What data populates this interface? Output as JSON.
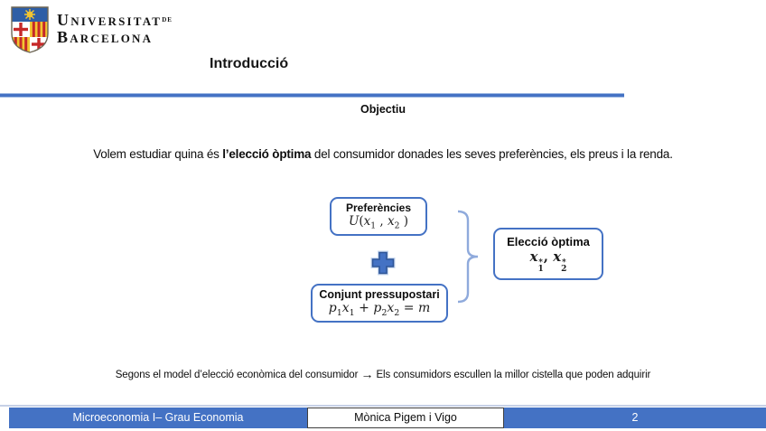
{
  "logo": {
    "name_line1": "Universitat",
    "name_de": "de",
    "name_line2": "Barcelona"
  },
  "header": {
    "title": "Introducció"
  },
  "objective": {
    "heading": "Objectiu"
  },
  "intro": {
    "pre": "Volem estudiar quina és ",
    "bold": "l’elecció òptima",
    "post": " del consumidor donades les seves preferències, els preus i la renda."
  },
  "diagram": {
    "preferences": {
      "title": "Preferències",
      "formula_html": "<i>U</i>(<i>x</i><sub>1</sub> , <i>x</i><sub>2</sub> )"
    },
    "budget": {
      "title": "Conjunt pressupostari",
      "formula_html": "<i>p</i><sub>1</sub><i>x</i><sub>1</sub> + <i>p</i><sub>2</sub><i>x</i><sub>2</sub> = <i>m</i>"
    },
    "optimal": {
      "title": "Elecció òptima",
      "formula_html": "<i>x</i><span class=\"ss\"><span>*</span><span>1</span></span>, <i>x</i><span class=\"ss\"><span>*</span><span>2</span></span>"
    }
  },
  "conclusion": {
    "pre": "Segons el model d’elecció econòmica del consumidor ",
    "arrow": "→",
    "post": " Els consumidors escullen la millor cistella que poden adquirir"
  },
  "footer": {
    "course": "Microeconomia I– Grau Economia",
    "author": "Mònica Pigem i Vigo",
    "page": "2"
  },
  "colors": {
    "accent": "#4472C4",
    "accent_dark": "#2E5597",
    "brace": "#8FAADC",
    "shield_blue": "#2E5EA6",
    "shield_red": "#C62828",
    "shield_gold": "#F2C531"
  }
}
